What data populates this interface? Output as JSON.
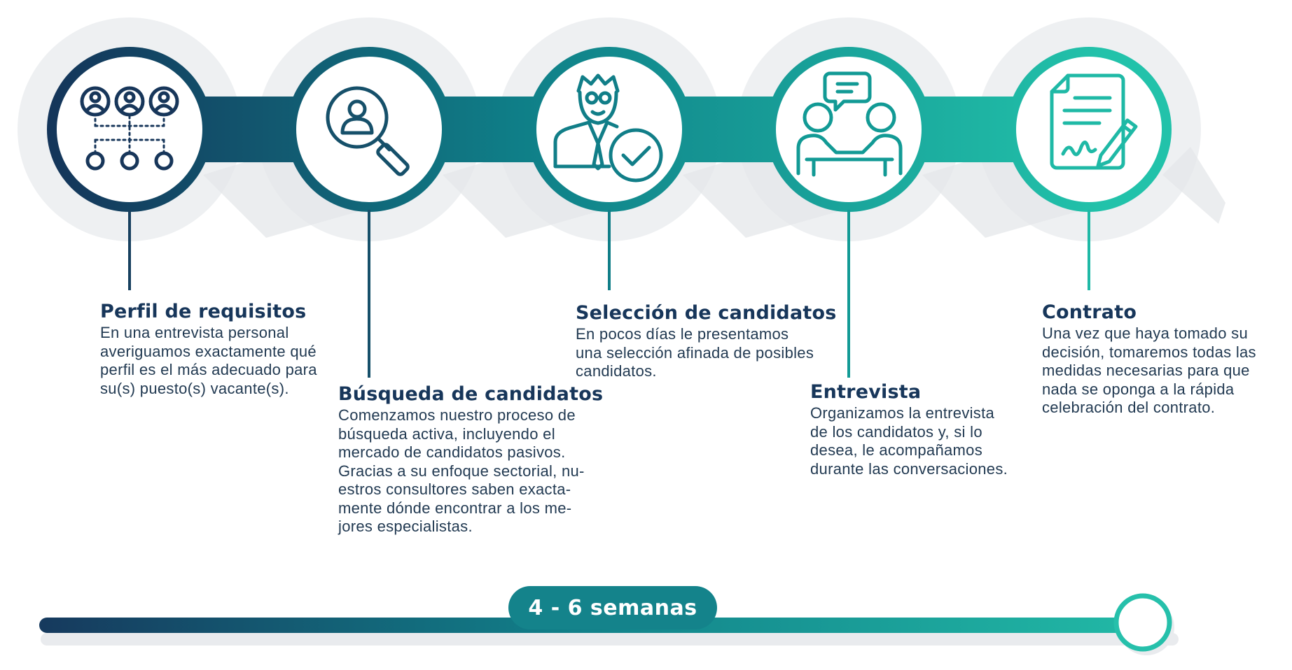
{
  "colors": {
    "navy": "#13375c",
    "teal": "#11928f",
    "mint": "#22bfa9",
    "text": "#17365a"
  },
  "steps": [
    {
      "icon": "org-chart-icon",
      "title": "Perfil de requisitos",
      "desc": "En una entrevista personal\naveriguamos exactamente qué\nperfil es el más adecuado para\nsu(s) puesto(s) vacante(s)."
    },
    {
      "icon": "search-person-icon",
      "title": "Búsqueda de candidatos",
      "desc": "Comenzamos nuestro proceso de\nbúsqueda activa, incluyendo el\nmercado de candidatos pasivos.\nGracias a su enfoque sectorial, nu-\nestros consultores saben exacta-\nmente dónde encontrar a los me-\njores especialistas."
    },
    {
      "icon": "candidate-check-icon",
      "title": "Selección de candidatos",
      "desc": "En pocos días le presentamos\nuna selección afinada de posibles\ncandidatos."
    },
    {
      "icon": "interview-icon",
      "title": "Entrevista",
      "desc": "Organizamos la entrevista\nde los candidatos y, si lo\ndesea, le acompañamos\ndurante las conversaciones."
    },
    {
      "icon": "contract-icon",
      "title": "Contrato",
      "desc": "Una vez que haya tomado su\ndecisión, tomaremos todas las\nmedidas necesarias para que\nnada se oponga a la rápida\ncelebración del contrato."
    }
  ],
  "timeline": {
    "label": "4 - 6 semanas"
  }
}
